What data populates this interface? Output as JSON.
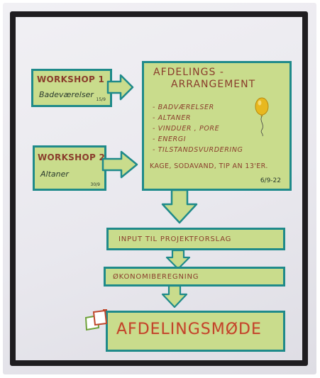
{
  "workshop1": {
    "title": "WORKSHOP 1",
    "subtitle": "Badeværelser",
    "date": "15/9"
  },
  "workshop2": {
    "title": "WORKSHOP 2",
    "subtitle": "Altaner",
    "date": "30/9"
  },
  "event": {
    "title_line1": "AFDELINGS -",
    "title_line2": "ARRANGEMENT",
    "items": [
      "- BADVÆRELSER",
      "- ALTANER",
      "- VINDUER , PORE",
      "- ENERGI",
      "- TILSTANDSVURDERING"
    ],
    "extra": "KAGE, SODAVAND, TIP AN 13'ER.",
    "date": "6/9-22"
  },
  "input_box": {
    "label": "INPUT TIL PROJEKTFORSLAG"
  },
  "economy_box": {
    "label": "ØKONOMIBEREGNING"
  },
  "meeting_box": {
    "label": "AFDELINGSMØDE"
  },
  "colors": {
    "box_fill": "#c9dc8c",
    "box_border": "#1f8a8a",
    "ink": "#8a3d2c",
    "frame": "#1f1d20",
    "balloon": "#e8b81f"
  }
}
